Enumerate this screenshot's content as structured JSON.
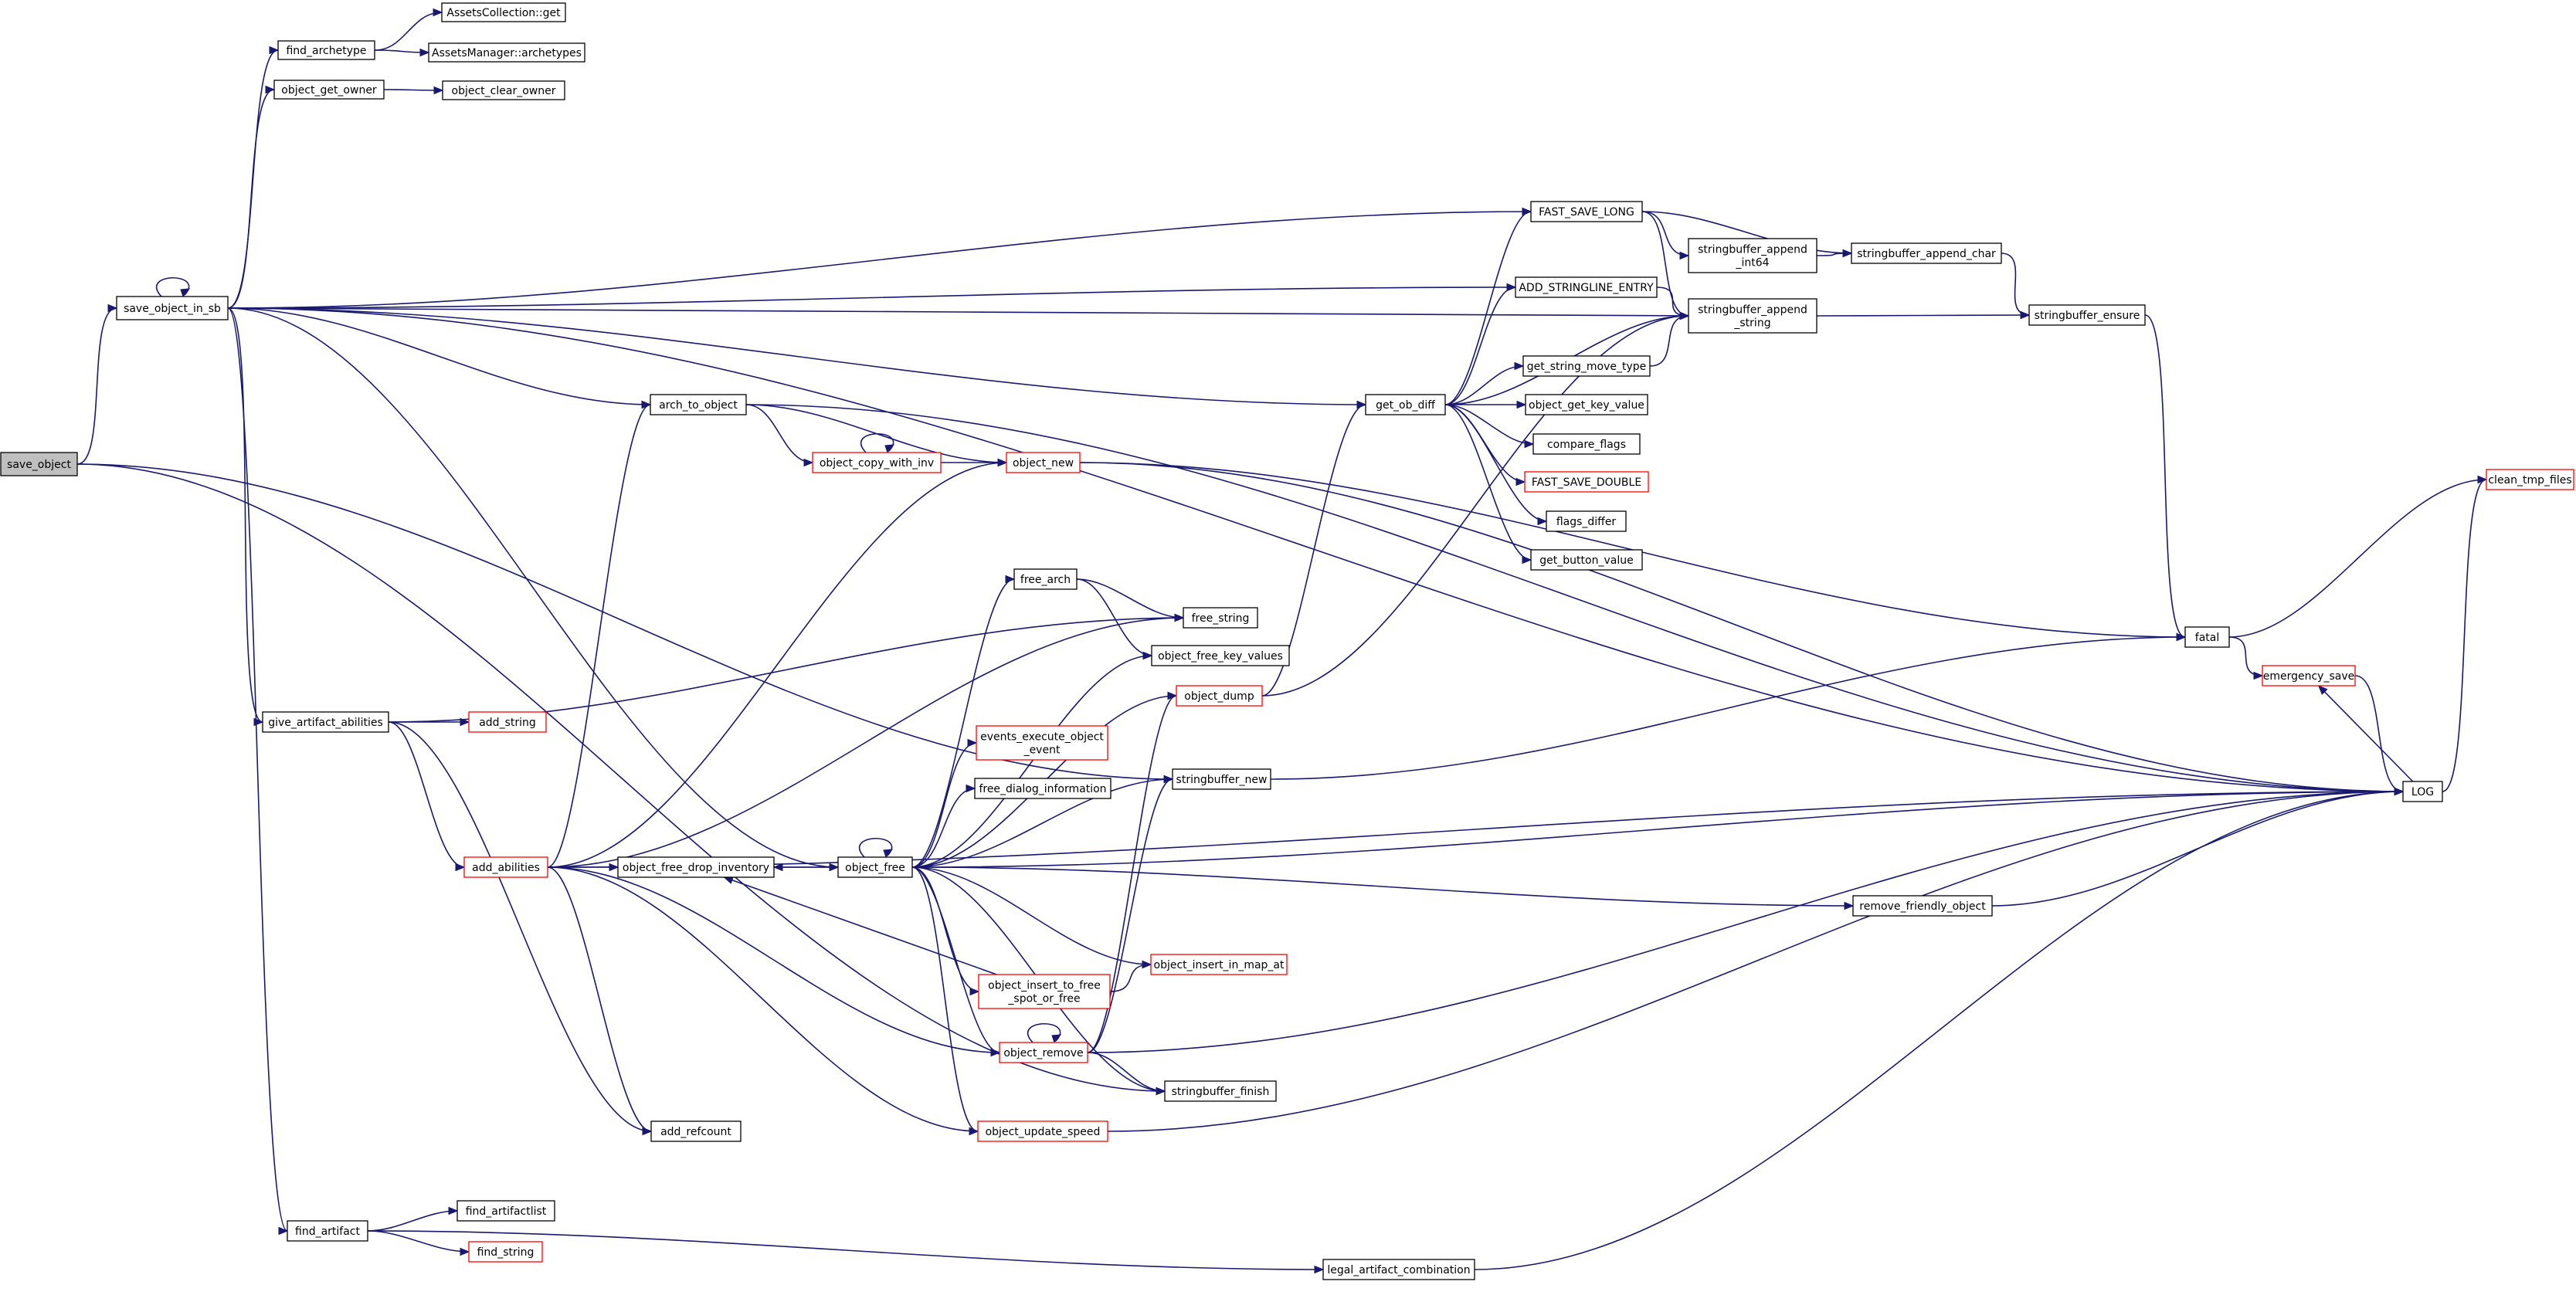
{
  "diagram": {
    "colors": {
      "edge": "#191970",
      "normal_border": "#000000",
      "truncated_border": "#ff0000",
      "highlight_fill": "#bfbfbf",
      "node_fill": "#ffffff",
      "text": "#000000"
    },
    "nodes": [
      {
        "id": "save_object",
        "label": [
          "save_object"
        ],
        "style": "highlight"
      },
      {
        "id": "save_object_in_sb",
        "label": [
          "save_object_in_sb"
        ],
        "style": "normal"
      },
      {
        "id": "find_archetype",
        "label": [
          "find_archetype"
        ],
        "style": "normal"
      },
      {
        "id": "AssetsCollection_get",
        "label": [
          "AssetsCollection::get"
        ],
        "style": "normal"
      },
      {
        "id": "AssetsManager_archetypes",
        "label": [
          "AssetsManager::archetypes"
        ],
        "style": "normal"
      },
      {
        "id": "object_get_owner",
        "label": [
          "object_get_owner"
        ],
        "style": "normal"
      },
      {
        "id": "object_clear_owner",
        "label": [
          "object_clear_owner"
        ],
        "style": "normal"
      },
      {
        "id": "FAST_SAVE_LONG",
        "label": [
          "FAST_SAVE_LONG"
        ],
        "style": "normal"
      },
      {
        "id": "stringbuffer_append_int64",
        "label": [
          "stringbuffer_append",
          "_int64"
        ],
        "style": "normal"
      },
      {
        "id": "stringbuffer_append_char",
        "label": [
          "stringbuffer_append_char"
        ],
        "style": "normal"
      },
      {
        "id": "ADD_STRINGLINE_ENTRY",
        "label": [
          "ADD_STRINGLINE_ENTRY"
        ],
        "style": "normal"
      },
      {
        "id": "stringbuffer_append_string",
        "label": [
          "stringbuffer_append",
          "_string"
        ],
        "style": "normal"
      },
      {
        "id": "stringbuffer_ensure",
        "label": [
          "stringbuffer_ensure"
        ],
        "style": "normal"
      },
      {
        "id": "get_string_move_type",
        "label": [
          "get_string_move_type"
        ],
        "style": "normal"
      },
      {
        "id": "arch_to_object",
        "label": [
          "arch_to_object"
        ],
        "style": "normal"
      },
      {
        "id": "get_ob_diff",
        "label": [
          "get_ob_diff"
        ],
        "style": "normal"
      },
      {
        "id": "object_get_key_value",
        "label": [
          "object_get_key_value"
        ],
        "style": "normal"
      },
      {
        "id": "compare_flags",
        "label": [
          "compare_flags"
        ],
        "style": "normal"
      },
      {
        "id": "object_copy_with_inv",
        "label": [
          "object_copy_with_inv"
        ],
        "style": "truncated"
      },
      {
        "id": "object_new",
        "label": [
          "object_new"
        ],
        "style": "truncated"
      },
      {
        "id": "FAST_SAVE_DOUBLE",
        "label": [
          "FAST_SAVE_DOUBLE"
        ],
        "style": "truncated"
      },
      {
        "id": "clean_tmp_files",
        "label": [
          "clean_tmp_files"
        ],
        "style": "truncated"
      },
      {
        "id": "flags_differ",
        "label": [
          "flags_differ"
        ],
        "style": "normal"
      },
      {
        "id": "get_button_value",
        "label": [
          "get_button_value"
        ],
        "style": "normal"
      },
      {
        "id": "free_arch",
        "label": [
          "free_arch"
        ],
        "style": "normal"
      },
      {
        "id": "free_string",
        "label": [
          "free_string"
        ],
        "style": "normal"
      },
      {
        "id": "fatal",
        "label": [
          "fatal"
        ],
        "style": "normal"
      },
      {
        "id": "object_free_key_values",
        "label": [
          "object_free_key_values"
        ],
        "style": "normal"
      },
      {
        "id": "emergency_save",
        "label": [
          "emergency_save"
        ],
        "style": "truncated"
      },
      {
        "id": "give_artifact_abilities",
        "label": [
          "give_artifact_abilities"
        ],
        "style": "normal"
      },
      {
        "id": "add_string",
        "label": [
          "add_string"
        ],
        "style": "truncated"
      },
      {
        "id": "object_dump",
        "label": [
          "object_dump"
        ],
        "style": "truncated"
      },
      {
        "id": "events_execute_object_event",
        "label": [
          "events_execute_object",
          "_event"
        ],
        "style": "truncated"
      },
      {
        "id": "stringbuffer_new",
        "label": [
          "stringbuffer_new"
        ],
        "style": "normal"
      },
      {
        "id": "free_dialog_information",
        "label": [
          "free_dialog_information"
        ],
        "style": "normal"
      },
      {
        "id": "LOG",
        "label": [
          "LOG"
        ],
        "style": "normal"
      },
      {
        "id": "add_abilities",
        "label": [
          "add_abilities"
        ],
        "style": "truncated"
      },
      {
        "id": "object_free_drop_inventory",
        "label": [
          "object_free_drop_inventory"
        ],
        "style": "normal"
      },
      {
        "id": "object_free",
        "label": [
          "object_free"
        ],
        "style": "normal"
      },
      {
        "id": "remove_friendly_object",
        "label": [
          "remove_friendly_object"
        ],
        "style": "normal"
      },
      {
        "id": "object_insert_in_map_at",
        "label": [
          "object_insert_in_map_at"
        ],
        "style": "truncated"
      },
      {
        "id": "object_insert_to_free_spot_or_free",
        "label": [
          "object_insert_to_free",
          "_spot_or_free"
        ],
        "style": "truncated"
      },
      {
        "id": "object_remove",
        "label": [
          "object_remove"
        ],
        "style": "truncated"
      },
      {
        "id": "stringbuffer_finish",
        "label": [
          "stringbuffer_finish"
        ],
        "style": "normal"
      },
      {
        "id": "add_refcount",
        "label": [
          "add_refcount"
        ],
        "style": "normal"
      },
      {
        "id": "object_update_speed",
        "label": [
          "object_update_speed"
        ],
        "style": "truncated"
      },
      {
        "id": "find_artifact",
        "label": [
          "find_artifact"
        ],
        "style": "normal"
      },
      {
        "id": "find_artifactlist",
        "label": [
          "find_artifactlist"
        ],
        "style": "normal"
      },
      {
        "id": "find_string",
        "label": [
          "find_string"
        ],
        "style": "truncated"
      },
      {
        "id": "legal_artifact_combination",
        "label": [
          "legal_artifact_combination"
        ],
        "style": "normal"
      }
    ],
    "edges": [
      [
        "save_object",
        "save_object_in_sb"
      ],
      [
        "save_object",
        "stringbuffer_new"
      ],
      [
        "save_object",
        "stringbuffer_finish"
      ],
      [
        "save_object_in_sb",
        "save_object_in_sb"
      ],
      [
        "save_object_in_sb",
        "find_archetype"
      ],
      [
        "save_object_in_sb",
        "object_get_owner"
      ],
      [
        "save_object_in_sb",
        "LOG"
      ],
      [
        "save_object_in_sb",
        "FAST_SAVE_LONG"
      ],
      [
        "save_object_in_sb",
        "stringbuffer_append_string"
      ],
      [
        "save_object_in_sb",
        "ADD_STRINGLINE_ENTRY"
      ],
      [
        "save_object_in_sb",
        "get_ob_diff"
      ],
      [
        "save_object_in_sb",
        "arch_to_object"
      ],
      [
        "save_object_in_sb",
        "give_artifact_abilities"
      ],
      [
        "save_object_in_sb",
        "object_free"
      ],
      [
        "save_object_in_sb",
        "find_artifact"
      ],
      [
        "find_archetype",
        "AssetsCollection_get"
      ],
      [
        "find_archetype",
        "AssetsManager_archetypes"
      ],
      [
        "object_get_owner",
        "object_clear_owner"
      ],
      [
        "FAST_SAVE_LONG",
        "stringbuffer_append_int64"
      ],
      [
        "FAST_SAVE_LONG",
        "stringbuffer_append_char"
      ],
      [
        "FAST_SAVE_LONG",
        "stringbuffer_append_string"
      ],
      [
        "stringbuffer_append_int64",
        "stringbuffer_append_char"
      ],
      [
        "stringbuffer_append_char",
        "stringbuffer_ensure"
      ],
      [
        "ADD_STRINGLINE_ENTRY",
        "stringbuffer_append_string"
      ],
      [
        "stringbuffer_append_string",
        "stringbuffer_ensure"
      ],
      [
        "stringbuffer_ensure",
        "fatal"
      ],
      [
        "get_ob_diff",
        "FAST_SAVE_LONG"
      ],
      [
        "get_ob_diff",
        "ADD_STRINGLINE_ENTRY"
      ],
      [
        "get_ob_diff",
        "stringbuffer_append_string"
      ],
      [
        "get_ob_diff",
        "get_string_move_type"
      ],
      [
        "get_ob_diff",
        "object_get_key_value"
      ],
      [
        "get_ob_diff",
        "compare_flags"
      ],
      [
        "get_ob_diff",
        "FAST_SAVE_DOUBLE"
      ],
      [
        "get_ob_diff",
        "flags_differ"
      ],
      [
        "get_ob_diff",
        "get_button_value"
      ],
      [
        "get_string_move_type",
        "stringbuffer_append_string"
      ],
      [
        "arch_to_object",
        "LOG"
      ],
      [
        "arch_to_object",
        "object_copy_with_inv"
      ],
      [
        "arch_to_object",
        "object_new"
      ],
      [
        "object_copy_with_inv",
        "object_copy_with_inv"
      ],
      [
        "object_copy_with_inv",
        "object_new"
      ],
      [
        "object_new",
        "fatal"
      ],
      [
        "object_new",
        "LOG"
      ],
      [
        "fatal",
        "clean_tmp_files"
      ],
      [
        "fatal",
        "emergency_save"
      ],
      [
        "emergency_save",
        "LOG"
      ],
      [
        "LOG",
        "emergency_save"
      ],
      [
        "LOG",
        "clean_tmp_files"
      ],
      [
        "give_artifact_abilities",
        "add_string"
      ],
      [
        "give_artifact_abilities",
        "add_abilities"
      ],
      [
        "give_artifact_abilities",
        "free_string"
      ],
      [
        "give_artifact_abilities",
        "add_refcount"
      ],
      [
        "add_abilities",
        "arch_to_object"
      ],
      [
        "add_abilities",
        "object_new"
      ],
      [
        "add_abilities",
        "free_string"
      ],
      [
        "add_abilities",
        "object_free_drop_inventory"
      ],
      [
        "add_abilities",
        "object_remove"
      ],
      [
        "add_abilities",
        "object_update_speed"
      ],
      [
        "add_abilities",
        "add_refcount"
      ],
      [
        "add_abilities",
        "LOG"
      ],
      [
        "object_free_drop_inventory",
        "object_free"
      ],
      [
        "object_free",
        "object_free"
      ],
      [
        "object_free",
        "object_free_drop_inventory"
      ],
      [
        "object_free",
        "free_arch"
      ],
      [
        "object_free",
        "object_free_key_values"
      ],
      [
        "object_free",
        "object_dump"
      ],
      [
        "object_free",
        "events_execute_object_event"
      ],
      [
        "object_free",
        "free_dialog_information"
      ],
      [
        "object_free",
        "stringbuffer_new"
      ],
      [
        "object_free",
        "LOG"
      ],
      [
        "object_free",
        "remove_friendly_object"
      ],
      [
        "object_free",
        "object_insert_in_map_at"
      ],
      [
        "object_free",
        "object_insert_to_free_spot_or_free"
      ],
      [
        "object_free",
        "object_remove"
      ],
      [
        "object_free",
        "stringbuffer_finish"
      ],
      [
        "object_free",
        "object_update_speed"
      ],
      [
        "free_arch",
        "free_string"
      ],
      [
        "free_arch",
        "object_free_key_values"
      ],
      [
        "object_dump",
        "get_ob_diff"
      ],
      [
        "object_dump",
        "stringbuffer_append_string"
      ],
      [
        "stringbuffer_new",
        "fatal"
      ],
      [
        "remove_friendly_object",
        "LOG"
      ],
      [
        "object_insert_to_free_spot_or_free",
        "object_free_drop_inventory"
      ],
      [
        "object_insert_to_free_spot_or_free",
        "object_insert_in_map_at"
      ],
      [
        "object_remove",
        "object_remove"
      ],
      [
        "object_remove",
        "object_dump"
      ],
      [
        "object_remove",
        "stringbuffer_new"
      ],
      [
        "object_remove",
        "stringbuffer_finish"
      ],
      [
        "object_remove",
        "LOG"
      ],
      [
        "object_update_speed",
        "LOG"
      ],
      [
        "find_artifact",
        "find_artifactlist"
      ],
      [
        "find_artifact",
        "find_string"
      ],
      [
        "find_artifact",
        "legal_artifact_combination"
      ],
      [
        "legal_artifact_combination",
        "LOG"
      ]
    ]
  }
}
